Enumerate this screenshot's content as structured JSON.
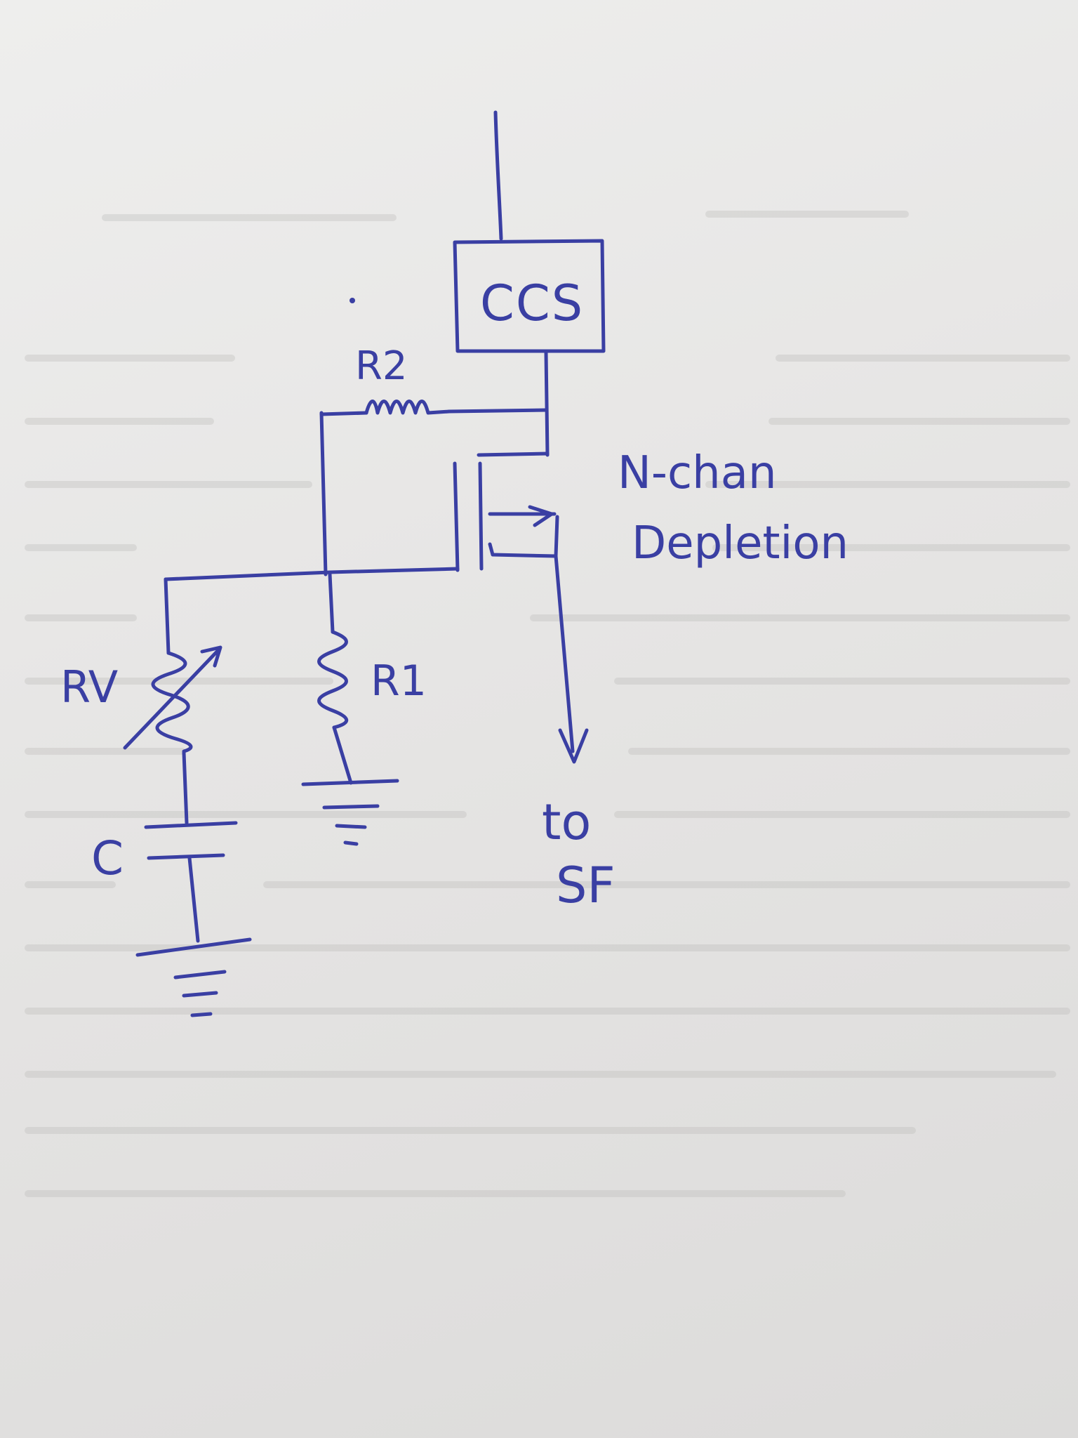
{
  "colors": {
    "ink": "#3a3fa3",
    "paper": "#e8e7e6",
    "bleed_text": "#c9c8c6"
  },
  "labels": {
    "ccs": "CCS",
    "r2": "R2",
    "r1": "R1",
    "rv": "RV",
    "c": "C",
    "mosfet_line1": "N-chan",
    "mosfet_line2": "Depletion",
    "output_line1": "to",
    "output_line2": "SF"
  }
}
